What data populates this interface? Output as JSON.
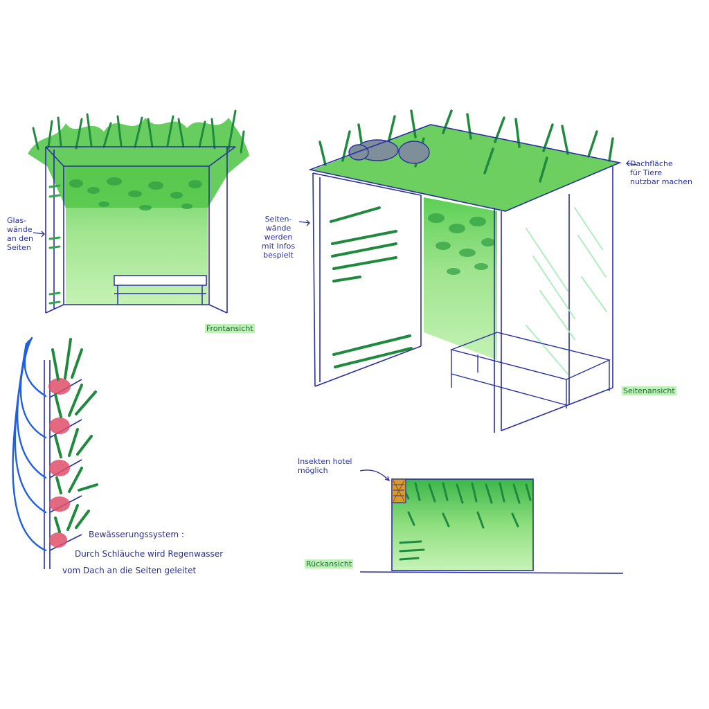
{
  "labels": {
    "front_view": "Frontansicht",
    "side_view": "Seitenansicht",
    "back_view": "Rückansicht"
  },
  "annotations": {
    "glass_walls": "Glas-\nwände\nan den\nSeiten",
    "side_walls_info": "Seiten-\nwände\nwerden\nmit Infos\nbespielt",
    "roof_animals": "Dachfläche\nfür Tiere\nnutzbar machen",
    "insect_hotel": "Insekten hotel\nmöglich",
    "irrigation_title": "Bewässerungssystem :",
    "irrigation_line1": "Durch Schläuche wird Regenwasser",
    "irrigation_line2": "vom Dach an die Seiten geleitet"
  },
  "colors": {
    "ink": "#2a2f9e",
    "green_dark": "#1f8a3e",
    "green_mid": "#4cc34a",
    "green_light": "#b8efa6",
    "hose_blue": "#1f5fe0",
    "flower_red": "#e0506a"
  }
}
